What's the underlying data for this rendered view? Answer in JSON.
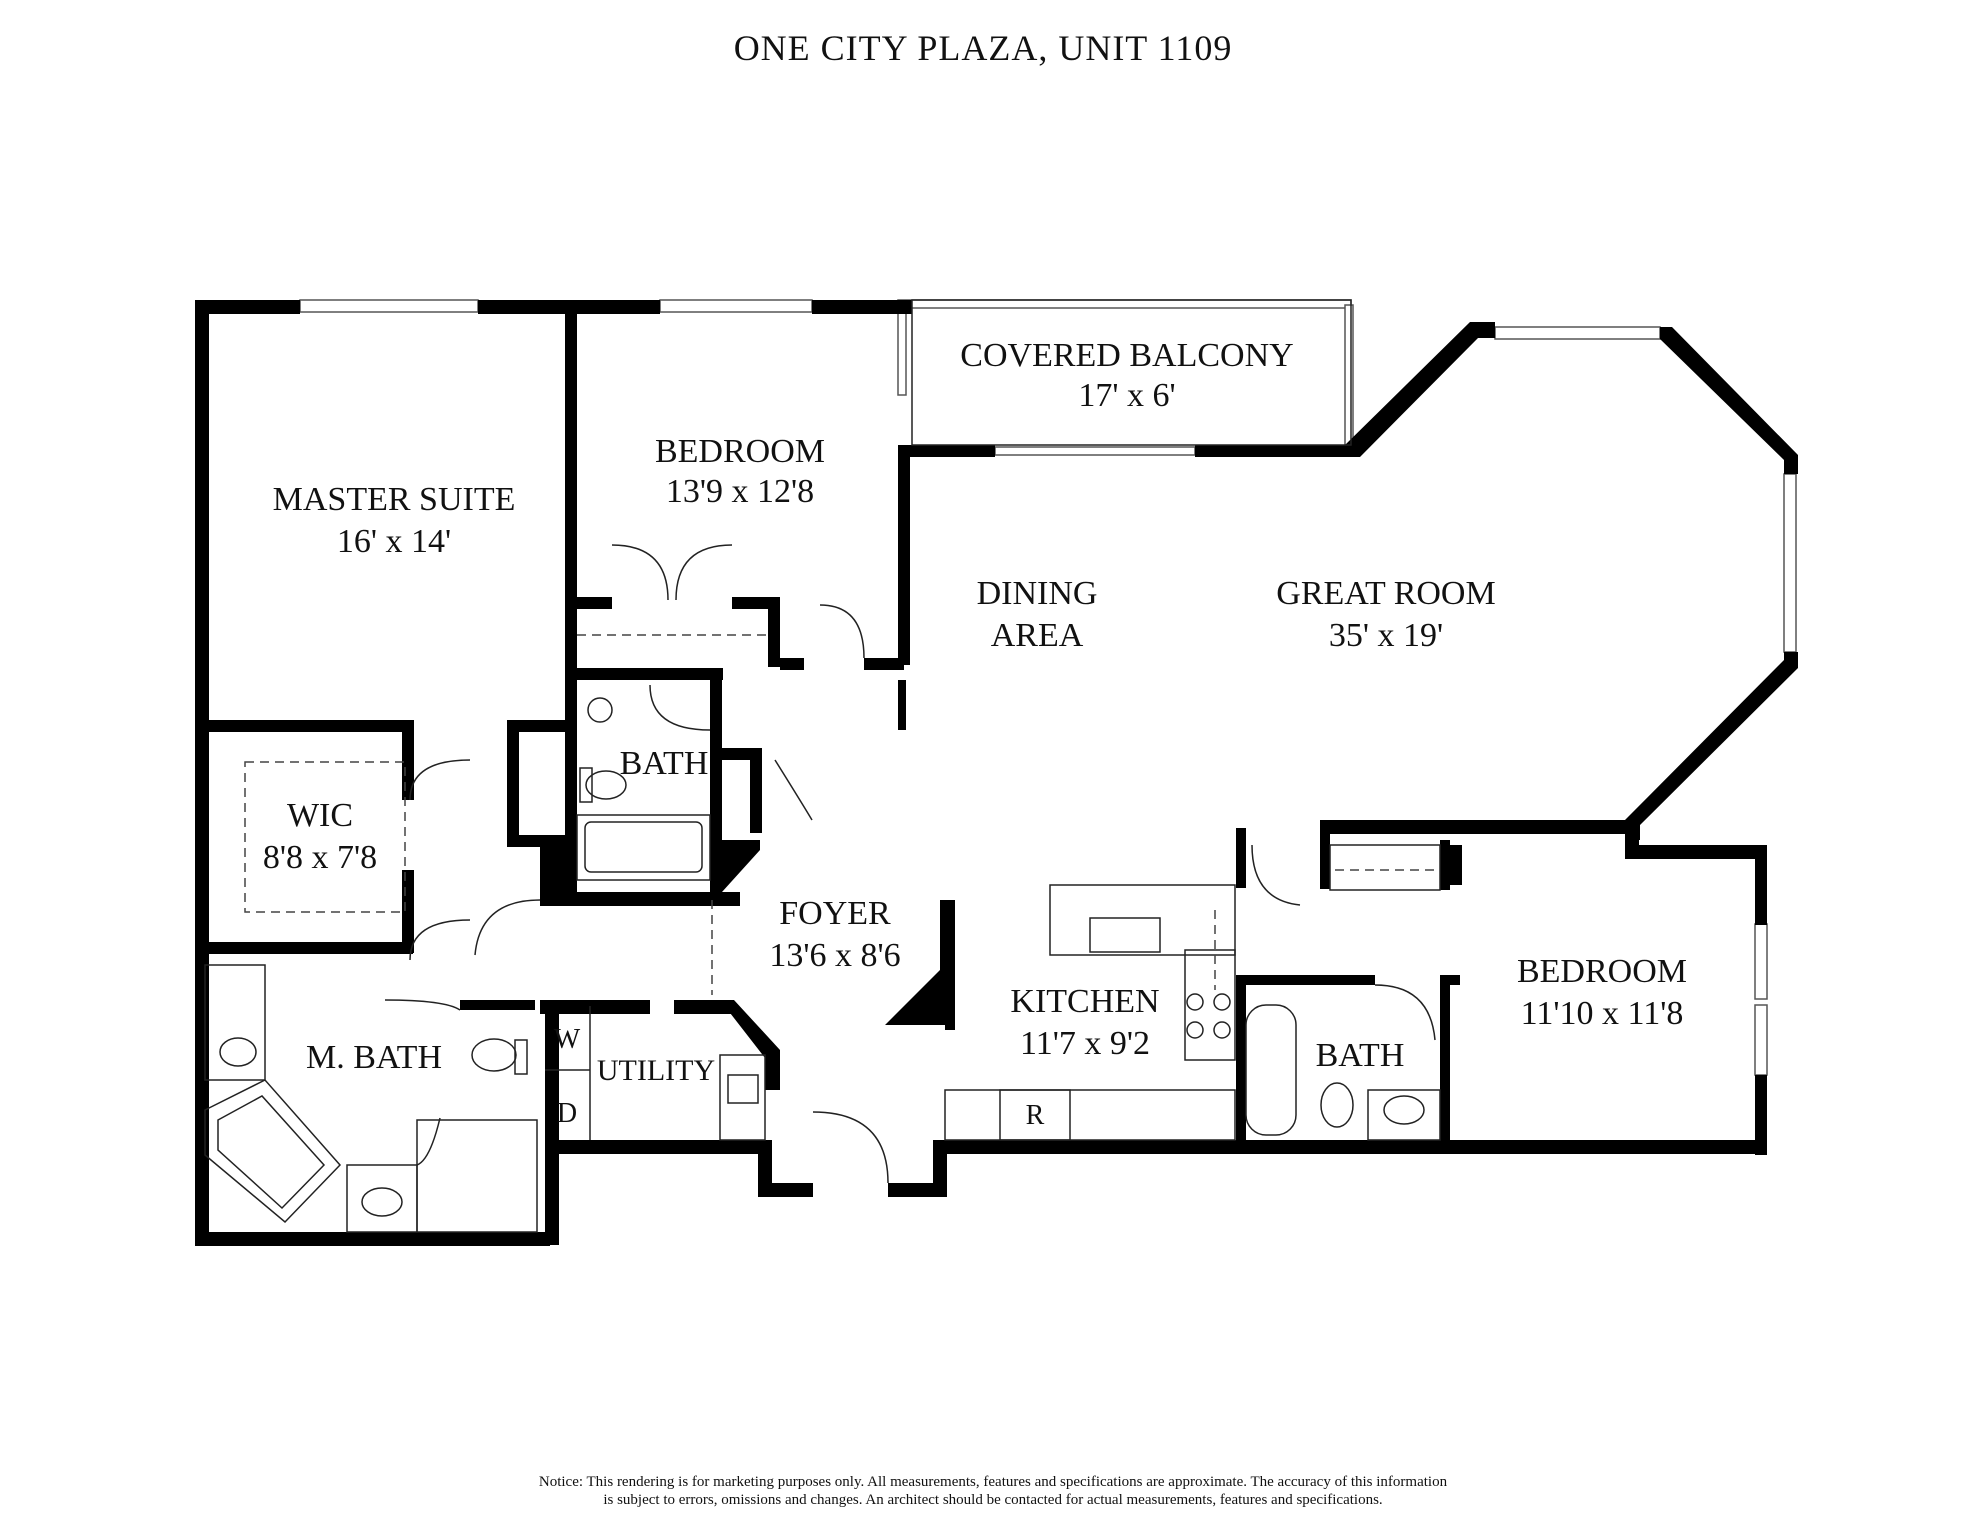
{
  "title": "ONE CITY PLAZA, UNIT 1109",
  "rooms": {
    "master_suite": {
      "name": "MASTER SUITE",
      "dim": "16' x 14'"
    },
    "bedroom_1": {
      "name": "BEDROOM",
      "dim": "13'9 x 12'8"
    },
    "balcony": {
      "name": "COVERED BALCONY",
      "dim": "17' x 6'"
    },
    "dining": {
      "name_1": "DINING",
      "name_2": "AREA"
    },
    "great_room": {
      "name": "GREAT ROOM",
      "dim": "35' x 19'"
    },
    "bath_1": {
      "name": "BATH"
    },
    "wic": {
      "name": "WIC",
      "dim": "8'8 x 7'8"
    },
    "foyer": {
      "name": "FOYER",
      "dim": "13'6 x 8'6"
    },
    "kitchen": {
      "name": "KITCHEN",
      "dim": "11'7 x 9'2"
    },
    "bedroom_2": {
      "name": "BEDROOM",
      "dim": "11'10 x 11'8"
    },
    "bath_2": {
      "name": "BATH"
    },
    "m_bath": {
      "name": "M. BATH"
    },
    "utility": {
      "name": "UTILITY"
    }
  },
  "fixtures": {
    "washer": "W",
    "dryer": "D",
    "refrigerator": "R"
  },
  "notice": {
    "line_1": "Notice: This rendering is for marketing purposes only. All measurements, features and specifications are approximate. The accuracy of this information",
    "line_2": "is subject to errors, omissions and changes. An architect should be contacted for actual measurements, features and specifications."
  }
}
